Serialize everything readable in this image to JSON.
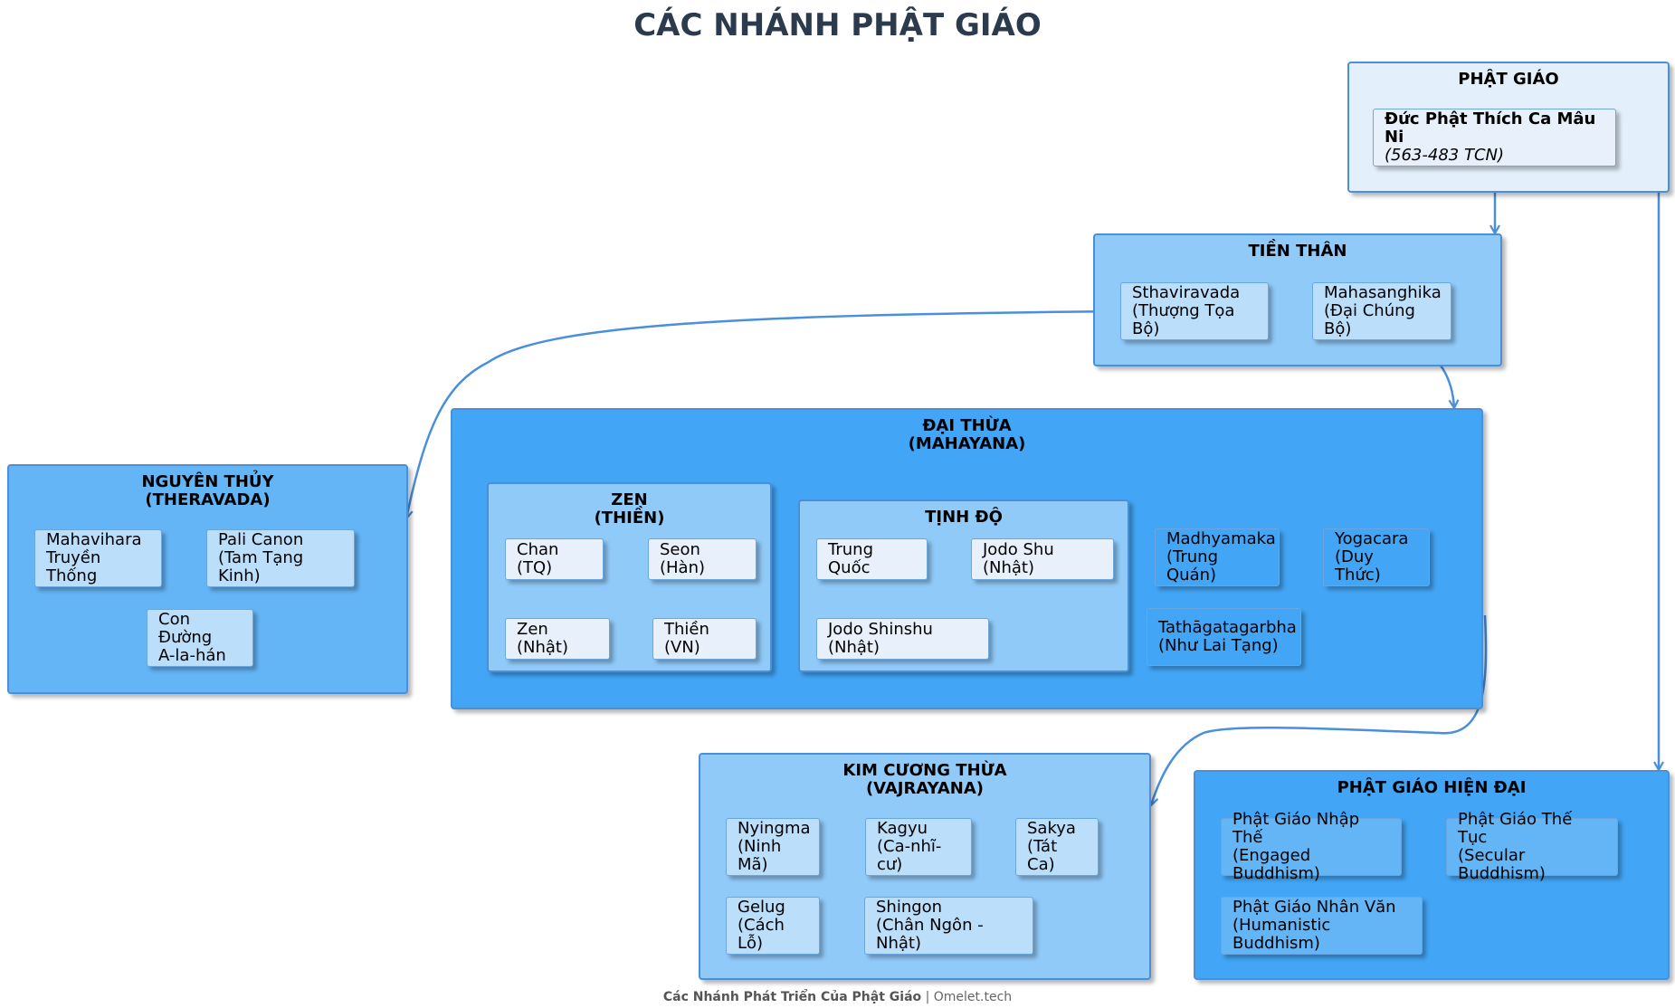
{
  "title": "CÁC NHÁNH PHẬT GIÁO",
  "footer": {
    "bold": "Các Nhánh Phát Triển Của Phật Giáo",
    "sep": " | ",
    "site": "Omelet.tech"
  },
  "groups": {
    "phat_giao": {
      "title": "PHẬT GIÁO",
      "founder_name": "Đức Phật Thích Ca Mâu Ni",
      "founder_years": "(563-483 TCN)"
    },
    "tien_than": {
      "title": "TIỀN THÂN",
      "nodes": [
        "Sthaviravada\n(Thượng Tọa Bộ)",
        "Mahasanghika\n(Đại Chúng Bộ)"
      ]
    },
    "dai_thua": {
      "title": "ĐẠI THỪA\n(MAHAYANA)",
      "zen": {
        "title": "ZEN\n(THIỀN)",
        "nodes": [
          "Chan (TQ)",
          "Seon (Hàn)",
          "Zen (Nhật)",
          "Thiền (VN)"
        ]
      },
      "tinh_do": {
        "title": "TỊNH ĐỘ",
        "nodes": [
          "Trung Quốc",
          "Jodo Shu (Nhật)",
          "Jodo Shinshu (Nhật)"
        ]
      },
      "nodes": [
        "Madhyamaka\n(Trung Quán)",
        "Yogacara\n(Duy Thức)",
        "Tathāgatagarbha\n(Như Lai Tạng)"
      ]
    },
    "nguyen_thuy": {
      "title": "NGUYÊN THỦY\n(THERAVADA)",
      "nodes": [
        "Mahavihara\nTruyền Thống",
        "Pali Canon\n(Tam Tạng Kinh)",
        "Con Đường\nA-la-hán"
      ]
    },
    "kim_cuong": {
      "title": "KIM CƯƠNG THỪA\n(VAJRAYANA)",
      "nodes": [
        "Nyingma\n(Ninh Mã)",
        "Kagyu\n(Ca-nhĩ-cư)",
        "Sakya\n(Tát Ca)",
        "Gelug\n(Cách Lỗ)",
        "Shingon\n(Chân Ngôn - Nhật)"
      ]
    },
    "hien_dai": {
      "title": "PHẬT GIÁO HIỆN ĐẠI",
      "nodes": [
        "Phật Giáo Nhập Thế\n(Engaged Buddhism)",
        "Phật Giáo Thế Tục\n(Secular Buddhism)",
        "Phật Giáo Nhân Văn\n(Humanistic Buddhism)"
      ]
    }
  },
  "colors": {
    "edge": "#4a8fd9",
    "title": "#2b3a4d"
  }
}
